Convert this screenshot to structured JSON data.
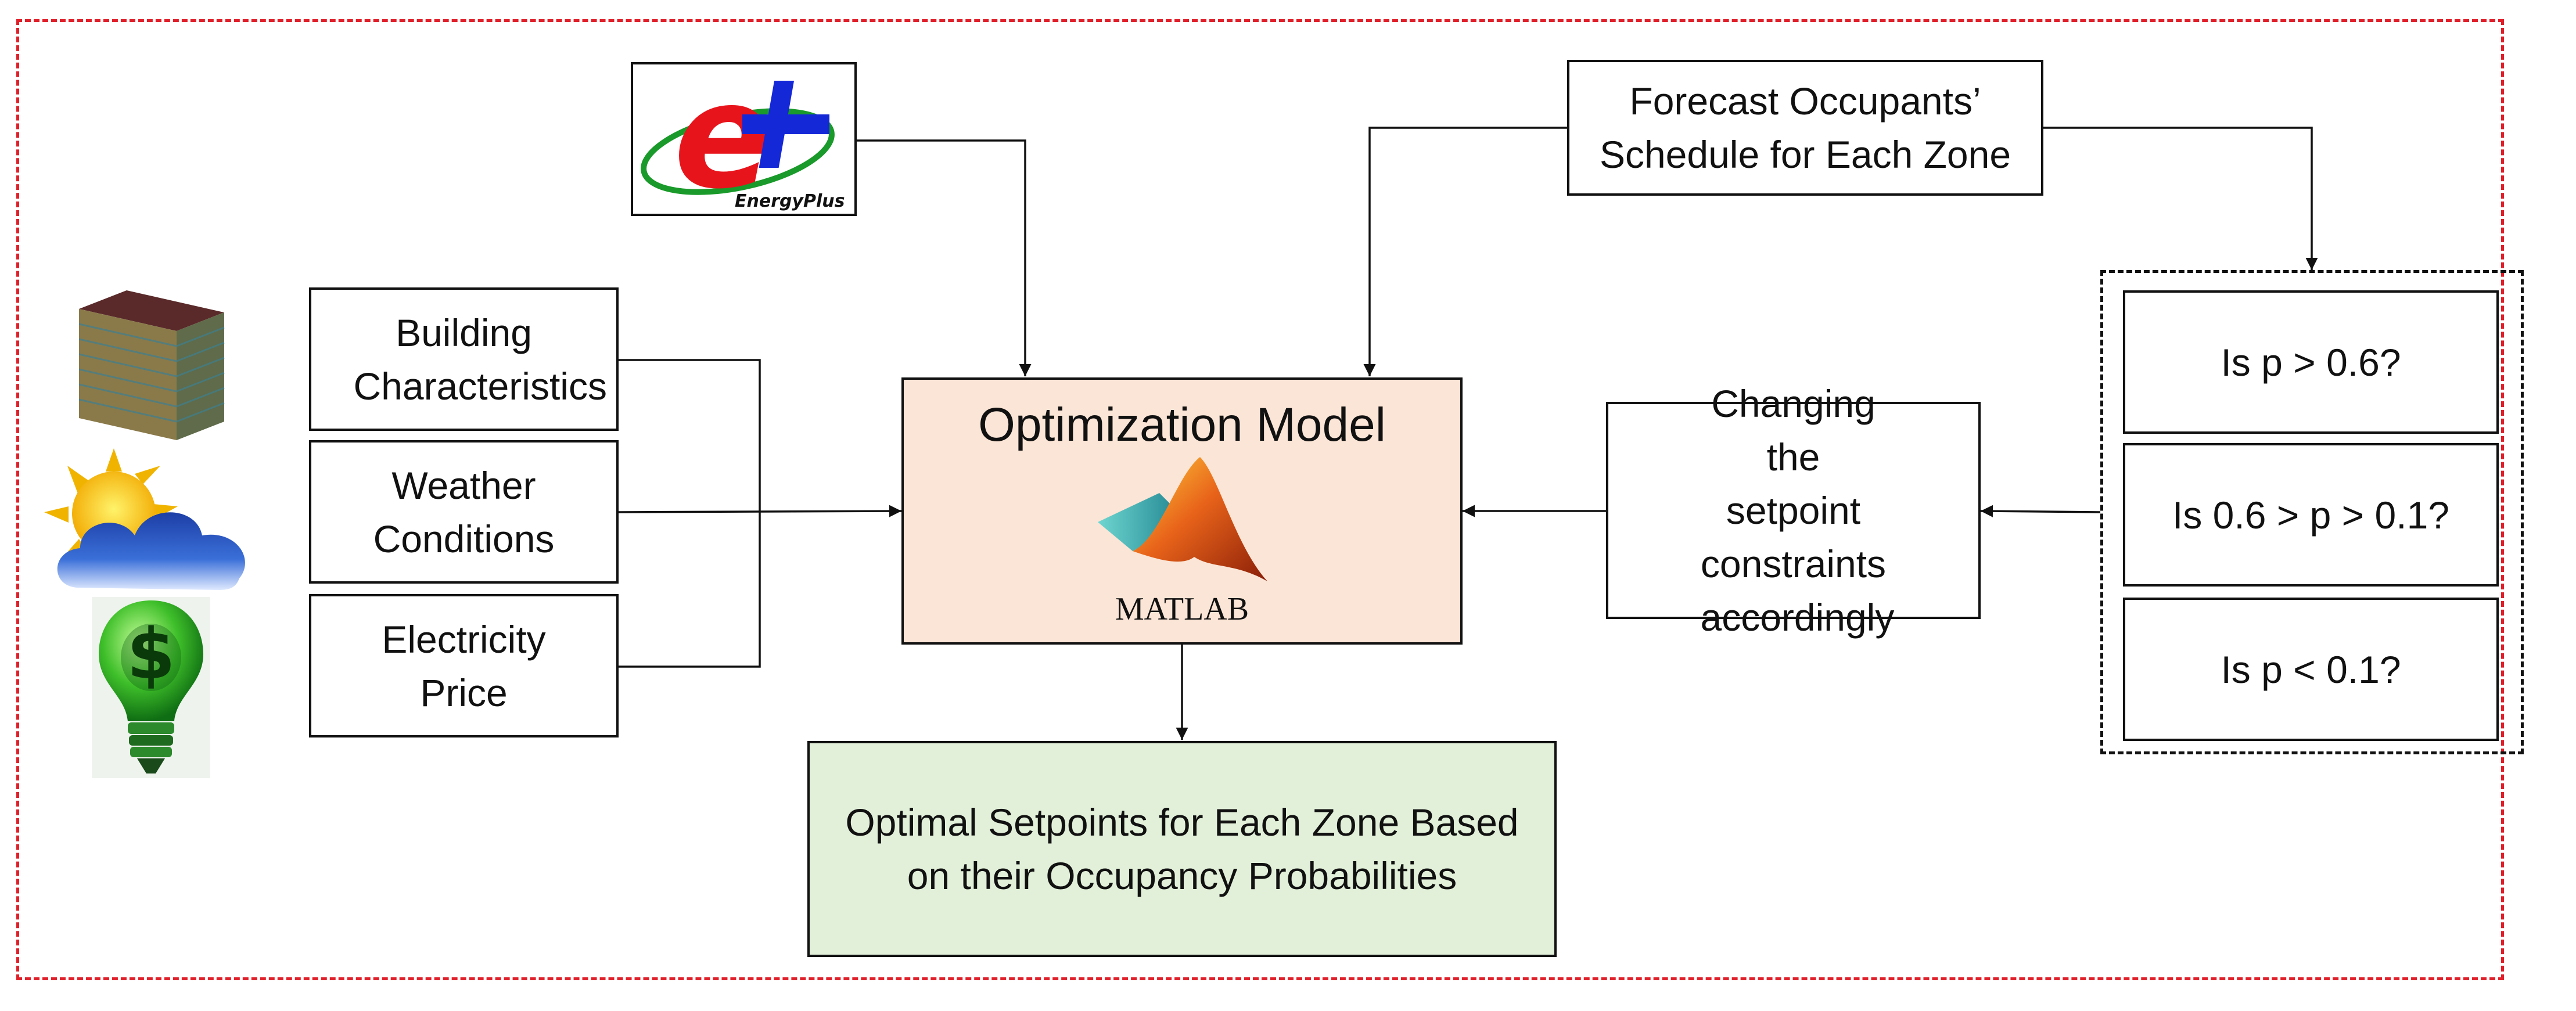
{
  "inputs": {
    "building": "Building Characteristics",
    "weather": "Weather Conditions",
    "electricity": "Electricity Price"
  },
  "energyplus": {
    "logo_text": "EnergyPlus"
  },
  "optimization": {
    "title": "Optimization Model",
    "matlab_label": "MATLAB"
  },
  "forecast": {
    "label": "Forecast Occupants’ Schedule for Each Zone"
  },
  "setpoint": {
    "label": "Changing the setpoint constraints accordingly"
  },
  "decisions": {
    "high": "Is p > 0.6?",
    "mid": "Is 0.6 > p > 0.1?",
    "low": "Is p < 0.1?"
  },
  "output": {
    "label": "Optimal Setpoints for Each Zone Based on their Occupancy Probabilities"
  },
  "icons": {
    "building": "building-stack-icon",
    "weather": "sun-cloud-icon",
    "price": "dollar-lightbulb-icon"
  },
  "colors": {
    "frame": "#e0202a",
    "optimization_fill": "#fbe5d6",
    "output_fill": "#e2f0d9"
  }
}
